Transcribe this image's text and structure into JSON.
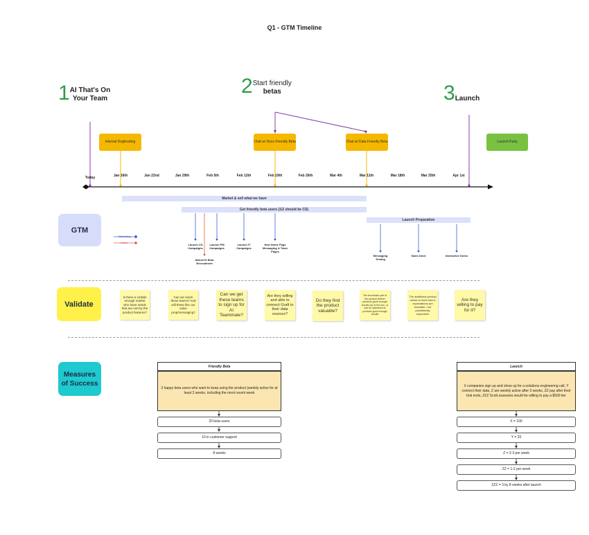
{
  "title": "Q1 - GTM Timeline",
  "phases": [
    {
      "number": "1",
      "label_line1": "AI That's On",
      "label_line2": "Your Team"
    },
    {
      "number": "2",
      "label_line1": "Start friendly",
      "label_line2": "betas"
    },
    {
      "number": "3",
      "label_line1": "Launch",
      "label_line2": ""
    }
  ],
  "milestones": {
    "internal": "Internal Dogfooding",
    "docs_beta": "Chat w/ Docs Friendly Beta",
    "data_beta": "Chat w/ Data Friendly Beta",
    "launch_party": "Launch Party"
  },
  "dates": [
    "Today",
    "Jan 16th",
    "Jan 22nd",
    "Jan 29th",
    "Feb 5th",
    "Feb 12th",
    "Feb 19th",
    "Feb 26th",
    "Mar 4th",
    "Mar 11th",
    "Mar 18th",
    "Mar 25th",
    "Apr 1st"
  ],
  "bars": {
    "market": "Market & sell what we have",
    "beta_users": "Get friendly beta users (1/2 should be CS)",
    "launch_prep": "Launch Preparation"
  },
  "sections": {
    "gtm": "GTM",
    "validate": "Validate",
    "measures_line1": "Measures",
    "measures_line2": "of Success"
  },
  "legend": {
    "marketing": "Marketing",
    "sales": "Sales"
  },
  "tasks": {
    "cs": "Launch CS Campaigns",
    "sales_cs": "Sales/CS Beta Recruitment",
    "pm": "Launch PM Campaigns",
    "it": "Launch IT Campaigns",
    "homepage": "New Home Page Messaging & Team Pages",
    "messaging": "Messaging Testing",
    "sales_deck": "Sales Deck",
    "demo": "Interactive Demo"
  },
  "notes": [
    "Is there a sizable enough market who have needs that are met by the product features?",
    "Can we reach these teams? And will these like our value prop/messaging?",
    "Can we get these teams to sign up for AI Teammate?",
    "Are they willing and able to connect Graft to their data sources?",
    "Do they find the product valuable?",
    "The technicals part of the product deliver products good enough results out of the box, or can be optimized to produce good enough results",
    "The additional product needs to meet user's expectations are tractable / not prohibitively expensive",
    "Are they willing to pay for it?"
  ],
  "friendly_beta": {
    "header": "Friendly Beta",
    "description": "3 happy beta users who want to keep using the product (weekly active for at least 2 weeks, including the most recent week",
    "rows": [
      "20 beta users",
      "10 in customer support",
      "8 weeks"
    ]
  },
  "launch": {
    "header": "Launch",
    "description": "X companies sign up and show up for a solutions engineering call, Y connect their data, Z are weekly active after 3 weeks, ZZ pay after their trial ends, ZZZ Scott assesses would be willing to pay a $500 tier",
    "rows": [
      "X = 100",
      "Y = 20",
      "Z = 2-3 per week",
      "ZZ = 1-2 per week",
      "ZZZ = 3 by 8 weeks after launch"
    ]
  },
  "colors": {
    "phase_number": "#2e9b48",
    "milestone": "#f5b800",
    "launch_party": "#7ac142",
    "bar": "#dbe1fb",
    "gtm": "#d8dcfb",
    "validate": "#fff04a",
    "measures": "#1ec9cf",
    "sticky": "#fff9a8",
    "desc": "#fbe6b2",
    "marketing": "#3f5bd6",
    "sales": "#e25b42",
    "phase_line": "#8a3aa8"
  }
}
